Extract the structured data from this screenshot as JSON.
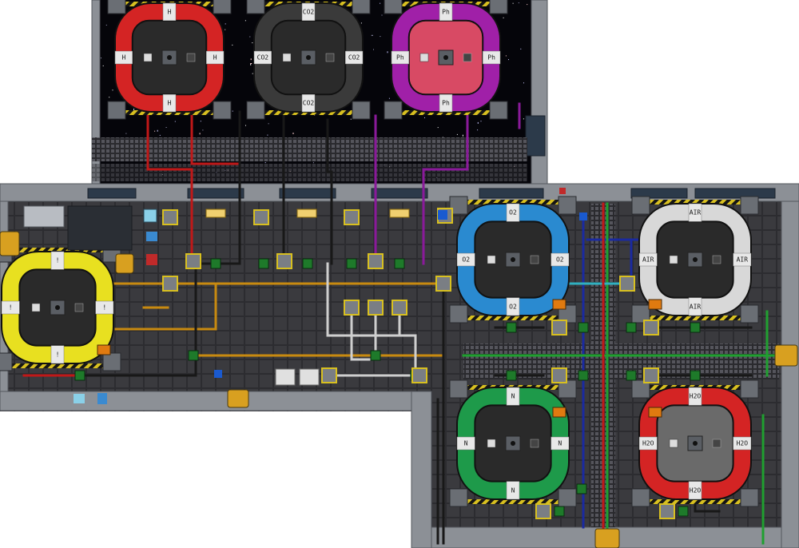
{
  "colors": {
    "background": "#ffffff",
    "space": "#05050a",
    "floor": "#3a3a3e",
    "hull": "#8c9096",
    "hazard": "#d8c020"
  },
  "chambers": [
    {
      "id": "hydrogen",
      "ring_color": "#d42424",
      "core_color": "#2a2a2a",
      "labels": {
        "top": "H",
        "bottom": "H",
        "left": "H",
        "right": "H"
      }
    },
    {
      "id": "co2",
      "ring_color": "#3a3a3a",
      "core_color": "#2a2a2a",
      "labels": {
        "top": "CO2",
        "bottom": "CO2",
        "left": "CO2",
        "right": "CO2"
      }
    },
    {
      "id": "plasma",
      "ring_color": "#a020a8",
      "core_color": "#d84a64",
      "labels": {
        "top": "Ph",
        "bottom": "Ph",
        "left": "Ph",
        "right": "Ph"
      }
    },
    {
      "id": "caution",
      "ring_color": "#e8e020",
      "core_color": "#2a2a2a",
      "labels": {
        "top": "!",
        "bottom": "!",
        "left": "!",
        "right": "!"
      }
    },
    {
      "id": "oxygen",
      "ring_color": "#2a8ad0",
      "core_color": "#2a2a2a",
      "labels": {
        "top": "O2",
        "bottom": "O2",
        "left": "O2",
        "right": "O2"
      }
    },
    {
      "id": "air",
      "ring_color": "#d8d8d8",
      "core_color": "#2a2a2a",
      "labels": {
        "top": "AIR",
        "bottom": "AIR",
        "left": "AIR",
        "right": "AIR"
      }
    },
    {
      "id": "nitrogen",
      "ring_color": "#1e9a4a",
      "core_color": "#2a2a2a",
      "labels": {
        "top": "N",
        "bottom": "N",
        "left": "N",
        "right": "N"
      }
    },
    {
      "id": "water-vapor",
      "ring_color": "#d42424",
      "core_color": "#6a6a6a",
      "labels": {
        "top": "H2O",
        "bottom": "H2O",
        "left": "H2O",
        "right": "H2O"
      }
    }
  ],
  "pipes": [
    {
      "name": "red",
      "color": "#c01818"
    },
    {
      "name": "black",
      "color": "#181818"
    },
    {
      "name": "purple",
      "color": "#8a1a9a"
    },
    {
      "name": "orange",
      "color": "#c88a10"
    },
    {
      "name": "white",
      "color": "#cfcfcf"
    },
    {
      "name": "blue",
      "color": "#1a2aa0"
    },
    {
      "name": "green",
      "color": "#20a030"
    },
    {
      "name": "cyan",
      "color": "#30b0c0"
    }
  ]
}
